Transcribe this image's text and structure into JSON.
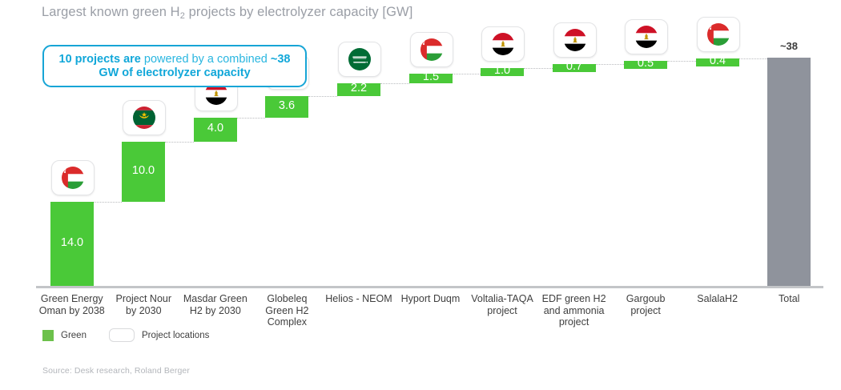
{
  "chart_data": {
    "type": "bar",
    "subtype": "waterfall",
    "title": "Largest known green H2 projects by electrolyzer capacity [GW]",
    "title_prefix": "Largest known green H",
    "title_sub": "2",
    "title_suffix": " projects by electrolyzer capacity [GW]",
    "xlabel": "",
    "ylabel": "",
    "unit": "GW",
    "ylim": [
      0,
      38
    ],
    "grid": false,
    "legend_position": "bottom-left",
    "categories": [
      "Green Energy Oman by 2038",
      "Project Nour by 2030",
      "Masdar Green H2 by 2030",
      "Globeleq Green H2 Complex",
      "Helios - NEOM",
      "Hyport Duqm",
      "Voltalia-TAQA project",
      "EDF green H2 and ammonia project",
      "Gargoub project",
      "SalalaH2",
      "Total"
    ],
    "values": [
      14.0,
      10.0,
      4.0,
      3.6,
      2.2,
      1.5,
      1.0,
      0.7,
      0.5,
      0.4,
      38
    ],
    "value_labels": [
      "14.0",
      "10.0",
      "4.0",
      "3.6",
      "2.2",
      "1.5",
      "1.0",
      "0.7",
      "0.5",
      "0.4",
      "~38"
    ],
    "cumulative_tops": [
      14.0,
      24.0,
      28.0,
      31.6,
      33.8,
      35.3,
      36.3,
      37.0,
      37.5,
      37.9,
      38.0
    ],
    "countries": [
      "Oman",
      "Mauritania",
      "Egypt",
      "Egypt",
      "Saudi Arabia",
      "Oman",
      "Egypt",
      "Egypt",
      "Egypt",
      "Oman",
      ""
    ],
    "series": [
      {
        "name": "Green",
        "color": "#4ac938",
        "values": [
          14.0,
          10.0,
          4.0,
          3.6,
          2.2,
          1.5,
          1.0,
          0.7,
          0.5,
          0.4
        ]
      },
      {
        "name": "Total",
        "color": "#8f939c",
        "values": [
          38
        ]
      }
    ],
    "colors": {
      "green": "#4ac938",
      "legend_green": "#6cc14b",
      "total_gray": "#8f939c",
      "accent_cyan": "#17a5d6",
      "callout_text": "#29b6e0",
      "axis_gray": "#c3c5c8",
      "title_gray": "#9a9ea6",
      "label_dark": "#3f3f3f",
      "source_gray": "#b3b6bb"
    }
  },
  "callout": {
    "bold_1": "10 projects are",
    "normal_1": " powered by a combined ",
    "bold_2": "~38 GW of electrolyzer capacity"
  },
  "legend": {
    "items": [
      {
        "label": "Green",
        "swatch": "green-square-swatch"
      },
      {
        "label": "Project locations",
        "swatch": "rounded-box-swatch"
      }
    ]
  },
  "source": {
    "text": "Source: Desk research, Roland Berger"
  },
  "flags": {
    "oman": "flag-oman-icon",
    "mauritania": "flag-mauritania-icon",
    "egypt": "flag-egypt-icon",
    "saudi": "flag-saudi-arabia-icon"
  }
}
